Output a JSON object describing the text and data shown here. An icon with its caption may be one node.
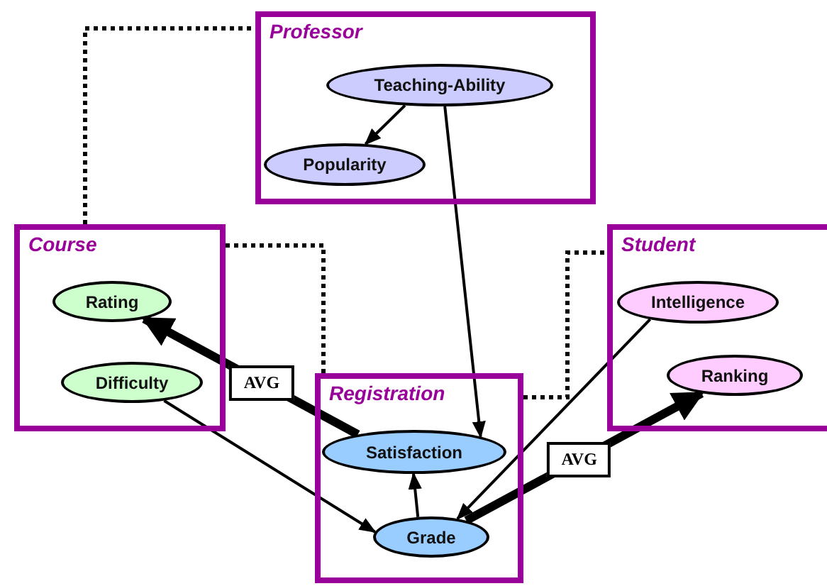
{
  "diagram": {
    "nodes": [
      {
        "text": [
          "Professor"
        ]
      },
      {
        "text": [
          "Teaching-Ability"
        ],
        "in": 0
      },
      {
        "text": [
          "Popularity"
        ],
        "in": 0
      },
      {
        "text": [
          "Course"
        ]
      },
      {
        "text": [
          "Rating"
        ],
        "in": 3
      },
      {
        "text": [
          "Difficulty"
        ],
        "in": 3
      },
      {
        "text": [
          "Student"
        ]
      },
      {
        "text": [
          "Intelligence"
        ],
        "in": 6
      },
      {
        "text": [
          "Ranking"
        ],
        "in": 6
      },
      {
        "text": [
          "Registration"
        ]
      },
      {
        "text": [
          "Satisfaction"
        ],
        "in": 9
      },
      {
        "text": [
          "Grade"
        ],
        "in": 9
      }
    ],
    "edges": [
      {
        "from": 1,
        "to": 2,
        "arrow": "to"
      },
      {
        "from": 1,
        "to": 10,
        "arrow": "to"
      },
      {
        "from": 5,
        "to": 11,
        "arrow": "to"
      },
      {
        "from": 7,
        "to": 11,
        "arrow": "to"
      },
      {
        "from": 11,
        "to": 10,
        "arrow": "to"
      },
      {
        "from": 10,
        "to": 4,
        "arrow": "to",
        "label": "AVG",
        "style": "thick"
      },
      {
        "from": 11,
        "to": 8,
        "arrow": "to",
        "label": "AVG",
        "style": "thick"
      },
      {
        "from": 3,
        "to": 0,
        "arrow": "none",
        "style": "dashed"
      },
      {
        "from": 3,
        "to": 9,
        "arrow": "none",
        "style": "dashed"
      },
      {
        "from": 9,
        "to": 6,
        "arrow": "none",
        "style": "dashed"
      }
    ]
  }
}
